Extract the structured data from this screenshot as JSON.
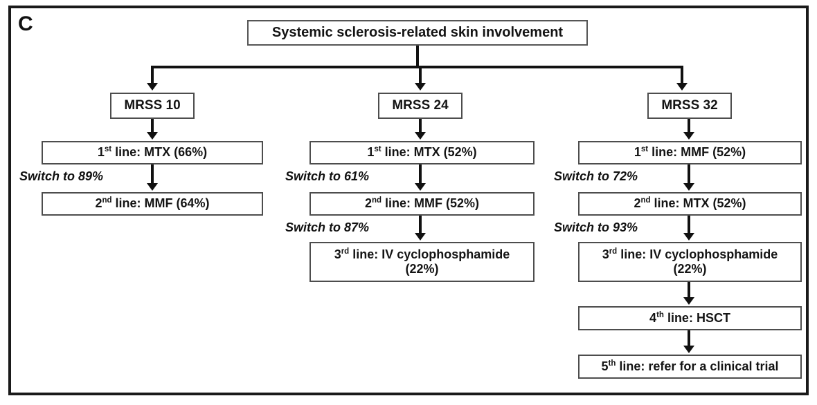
{
  "panel": {
    "label": "C",
    "frame_color": "#1a1a1a",
    "background": "#ffffff",
    "box_border_color": "#4d4d4d",
    "connector_color": "#111111"
  },
  "title": {
    "text": "Systemic sclerosis-related skin involvement"
  },
  "columns": [
    {
      "id": "mrss-10",
      "stratum_label": "MRSS 10",
      "steps": [
        {
          "order": "1",
          "ordinal_suffix": "st",
          "prefix": "1",
          "text": " line: MTX (66%)",
          "full_text": "1st line: MTX (66%)"
        },
        {
          "order": "2",
          "ordinal_suffix": "nd",
          "prefix": "2",
          "text": " line: MMF (64%)",
          "full_text": "2nd line: MMF (64%)"
        }
      ],
      "switch_notes": [
        {
          "text": "Switch to 89%",
          "between": "1st-to-2nd"
        }
      ]
    },
    {
      "id": "mrss-24",
      "stratum_label": "MRSS 24",
      "steps": [
        {
          "order": "1",
          "ordinal_suffix": "st",
          "prefix": "1",
          "text": " line: MTX (52%)",
          "full_text": "1st line: MTX (52%)"
        },
        {
          "order": "2",
          "ordinal_suffix": "nd",
          "prefix": "2",
          "text": " line: MMF (52%)",
          "full_text": "2nd line: MMF (52%)"
        },
        {
          "order": "3",
          "ordinal_suffix": "rd",
          "prefix": "3",
          "text": " line: IV cyclophosphamide (22%)",
          "line_a": " line: IV cyclophosphamide",
          "line_b": "(22%)",
          "full_text": "3rd line: IV cyclophosphamide (22%)"
        }
      ],
      "switch_notes": [
        {
          "text": "Switch to 61%",
          "between": "1st-to-2nd"
        },
        {
          "text": "Switch to 87%",
          "between": "2nd-to-3rd"
        }
      ]
    },
    {
      "id": "mrss-32",
      "stratum_label": "MRSS 32",
      "steps": [
        {
          "order": "1",
          "ordinal_suffix": "st",
          "prefix": "1",
          "text": " line: MMF (52%)",
          "full_text": "1st line: MMF (52%)"
        },
        {
          "order": "2",
          "ordinal_suffix": "nd",
          "prefix": "2",
          "text": " line: MTX (52%)",
          "full_text": "2nd line: MTX (52%)"
        },
        {
          "order": "3",
          "ordinal_suffix": "rd",
          "prefix": "3",
          "text": " line: IV cyclophosphamide (22%)",
          "line_a": " line: IV cyclophosphamide",
          "line_b": "(22%)",
          "full_text": "3rd line: IV cyclophosphamide (22%)"
        },
        {
          "order": "4",
          "ordinal_suffix": "th",
          "prefix": "4",
          "text": " line: HSCT",
          "full_text": "4th line: HSCT"
        },
        {
          "order": "5",
          "ordinal_suffix": "th",
          "prefix": "5",
          "text": " line: refer for a clinical trial",
          "full_text": "5th line: refer for a clinical trial"
        }
      ],
      "switch_notes": [
        {
          "text": "Switch to 72%",
          "between": "1st-to-2nd"
        },
        {
          "text": "Switch to 93%",
          "between": "2nd-to-3rd"
        }
      ]
    }
  ]
}
